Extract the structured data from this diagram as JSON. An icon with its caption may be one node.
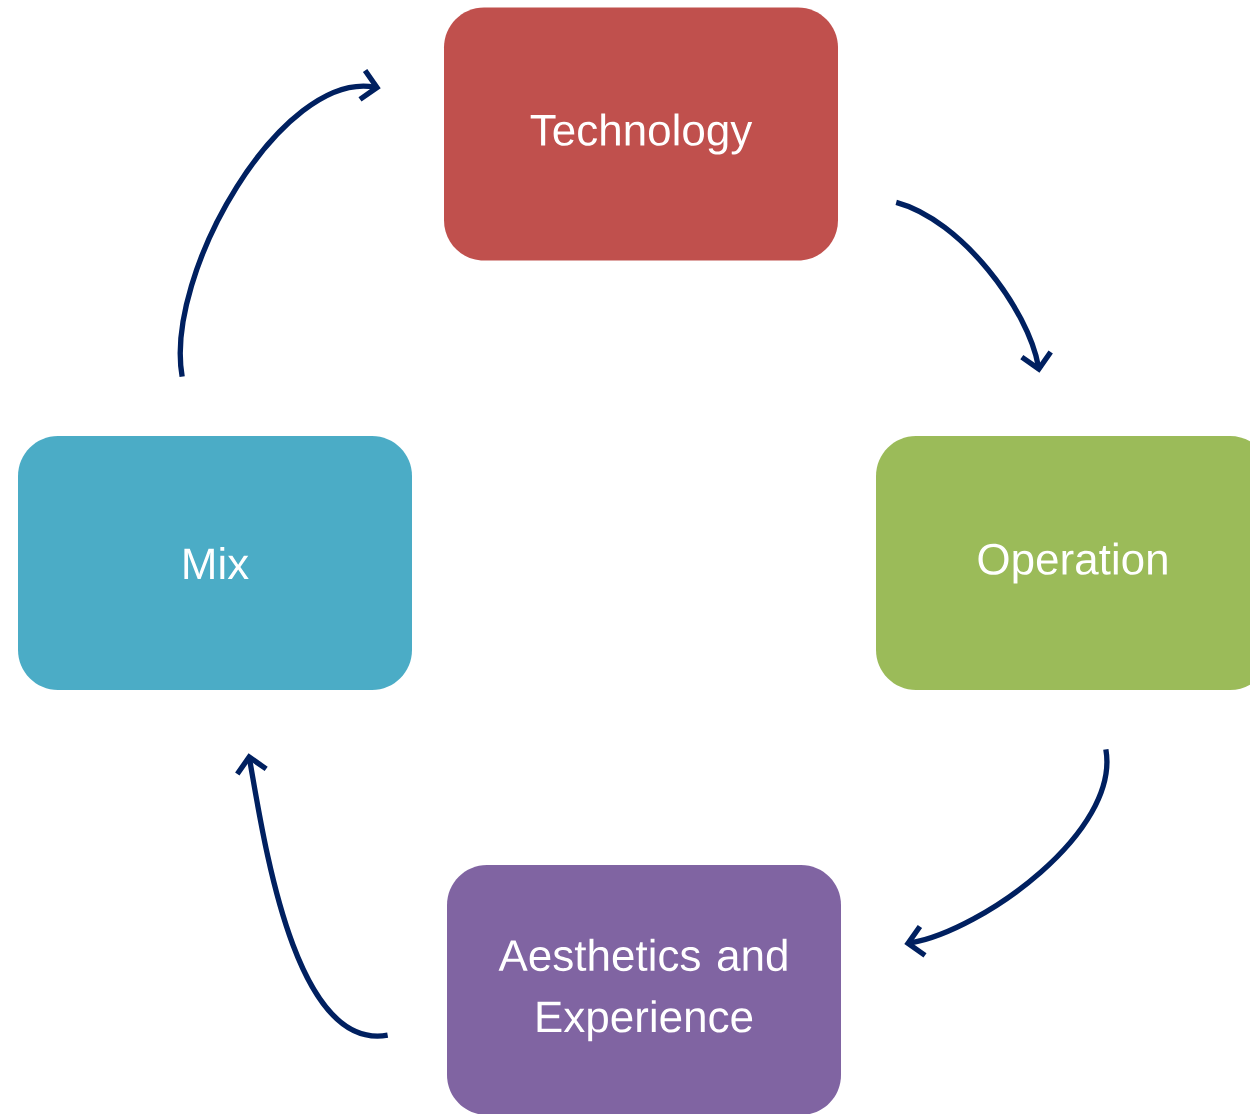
{
  "diagram": {
    "nodes": [
      {
        "text": [
          "Technology"
        ]
      },
      {
        "text": [
          "Operation"
        ]
      },
      {
        "text": [
          "Aesthetics and Experience"
        ]
      },
      {
        "text": [
          "Mix"
        ]
      }
    ],
    "edges": [
      {
        "from": 0,
        "to": 1,
        "arrow": "to"
      },
      {
        "from": 1,
        "to": 2,
        "arrow": "to"
      },
      {
        "from": 2,
        "to": 3,
        "arrow": "to"
      },
      {
        "from": 3,
        "to": 0,
        "arrow": "to"
      }
    ]
  }
}
